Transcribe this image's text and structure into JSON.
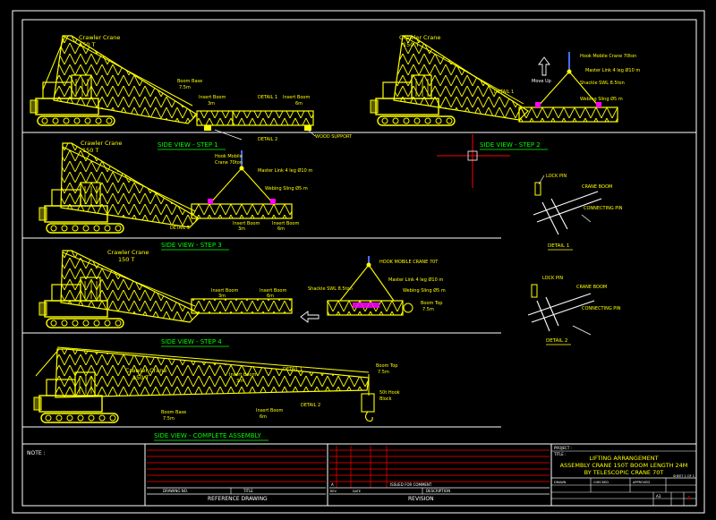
{
  "colors": {
    "background": "#000000",
    "frame": "#ffffff",
    "crane": "#ffff00",
    "step_label": "#00ff00",
    "sling": "#ffff00",
    "hook": "#4a6cff",
    "pin_highlight": "#ff00ff",
    "cursor": "#ff0000",
    "table_lines": "#ff0000",
    "gridline": "#ffffff"
  },
  "steps": {
    "step1": {
      "title": "SIDE VIEW - STEP 1",
      "crane": "Crawler Crane",
      "crane_capacity": "150 T",
      "boom_base": "Boom Base",
      "boom_base_len": "7.5m",
      "insert_boom_a": "Insert Boom",
      "insert_boom_a_len": "3m",
      "detail1": "DETAIL 1",
      "insert_boom_b": "Insert Boom",
      "insert_boom_b_len": "6m",
      "detail2": "DETAIL 2",
      "wood_support": "WOOD SUPPORT"
    },
    "step2": {
      "title": "SIDE VIEW - STEP 2",
      "crane": "Crawler Crane",
      "crane_capacity": "150 T",
      "hook": "Hook Mobile Crane 70ton",
      "master_link": "Master Link 4 leg Ø10 m",
      "move_up": "Move Up",
      "shackle": "Shackle SWL 8.5ton",
      "webbing": "Webing Sling Ø5 m",
      "detail1": "DETAIL 1"
    },
    "step3": {
      "title": "SIDE VIEW - STEP 3",
      "crane": "Crawler Crane",
      "crane_capacity": "150 T",
      "hook": "Hook Mobile",
      "hook2": "Crane 70ton",
      "master_link": "Master Link 4 leg Ø10 m",
      "webbing": "Webing Sling Ø5 m",
      "detail2": "DETAIL 2",
      "insert_a": "Insert Boom",
      "insert_a_len": "3m",
      "insert_b": "Insert Boom",
      "insert_b_len": "6m"
    },
    "step4": {
      "title": "SIDE VIEW - STEP 4",
      "crane": "Crawler Crane",
      "crane_capacity": "150 T",
      "insert_a": "Insert Boom",
      "insert_a_len": "3m",
      "insert_b": "Insert Boom",
      "insert_b_len": "6m",
      "hook": "HOOK MOBILE CRANE 70T",
      "shackle": "Shackle SWL 8.5ton",
      "master_link": "Master Link 4 leg Ø10 m",
      "webbing": "Webing Sling Ø5 m",
      "boom_top": "Boom Top",
      "boom_top_len": "7.5m"
    },
    "complete": {
      "title": "SIDE VIEW - COMPLETE ASSEMBLY",
      "crane": "Crawler Crane",
      "crane_capacity": "150 T",
      "insert_a": "Insert Boom",
      "insert_a_len": "3m",
      "detail1": "DETAIL 1",
      "boom_top": "Boom Top",
      "boom_top_len": "7.5m",
      "insert_b": "Insert Boom",
      "insert_b_len": "6m",
      "detail2": "DETAIL 2",
      "boom_base": "Boom Base",
      "boom_base_len": "7.5m",
      "hook_block": "50t Hook",
      "hook_block2": "Block"
    }
  },
  "details": {
    "detail1": {
      "title": "DETAIL 1",
      "lock_pin": "LOCK PIN",
      "crane_boom": "CRANE BOOM",
      "connecting_pin": "CONNECTING PIN"
    },
    "detail2": {
      "title": "DETAIL 2",
      "lock_pin": "LOCK PIN",
      "crane_boom": "CRANE BOOM",
      "connecting_pin": "CONNECTING PIN"
    }
  },
  "title_block": {
    "note": "NOTE :",
    "project": "PROJECT :",
    "title_label": "TITLE :",
    "title_line1": "LIFTING ARRANGEMENT",
    "title_line2": "ASSEMBLY CRANE 150T BOOM LENGTH 24M",
    "title_line3": "BY TELESCOPIC CRANE 70T",
    "sheet": "SHEET 1 OF 1",
    "reference_drawing": "REFERENCE DRAWING",
    "revision": "REVISION",
    "drawing_no": "DRAWING NO.",
    "title_col": "TITLE",
    "issued_for_comment": "ISSUED FOR COMMENT",
    "description": "DESCRIPTION",
    "rev_a": "A",
    "rev_col": "REV",
    "date_col": "DATE",
    "drawn": "DRAWN",
    "checked": "CHECKED",
    "approved": "APPROVED",
    "size": "A3",
    "rev_value": "A"
  }
}
